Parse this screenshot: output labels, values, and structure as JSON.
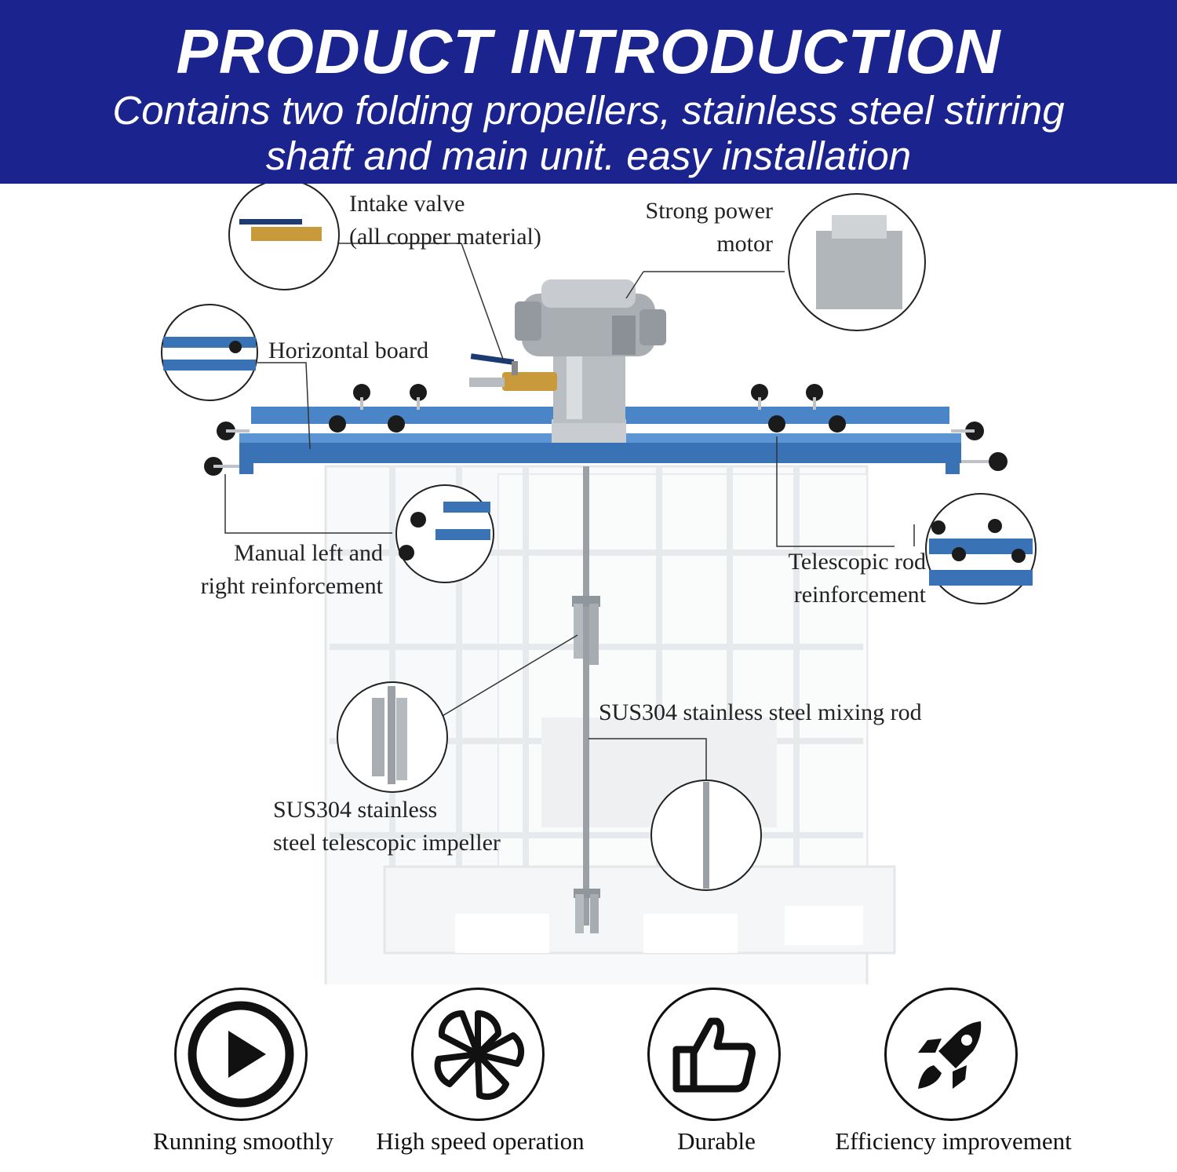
{
  "header": {
    "title": "PRODUCT INTRODUCTION",
    "subtitle_line1": "Contains two folding propellers, stainless steel stirring",
    "subtitle_line2": "shaft and main unit. easy installation"
  },
  "callouts": {
    "intake_valve": {
      "line1": "Intake valve",
      "line2": "(all copper material)"
    },
    "motor": {
      "line1": "Strong power",
      "line2": "motor"
    },
    "horizontal_board": {
      "line1": "Horizontal board"
    },
    "manual_reinforcement": {
      "line1": "Manual left and",
      "line2": "right reinforcement"
    },
    "telescopic_rod": {
      "line1": "Telescopic rod",
      "line2": "reinforcement"
    },
    "mixing_rod": {
      "line1": "SUS304 stainless steel mixing rod"
    },
    "impeller": {
      "line1": "SUS304 stainless",
      "line2": "steel telescopic impeller"
    }
  },
  "features": [
    {
      "label": "Running smoothly",
      "icon": "play-icon"
    },
    {
      "label": "High speed operation",
      "icon": "fan-icon"
    },
    {
      "label": "Durable",
      "icon": "thumbs-up-icon"
    },
    {
      "label": "Efficiency improvement",
      "icon": "rocket-icon"
    }
  ],
  "colors": {
    "header_bg": "#1a238e",
    "frame_blue": "#3a73b5",
    "text": "#222222"
  }
}
